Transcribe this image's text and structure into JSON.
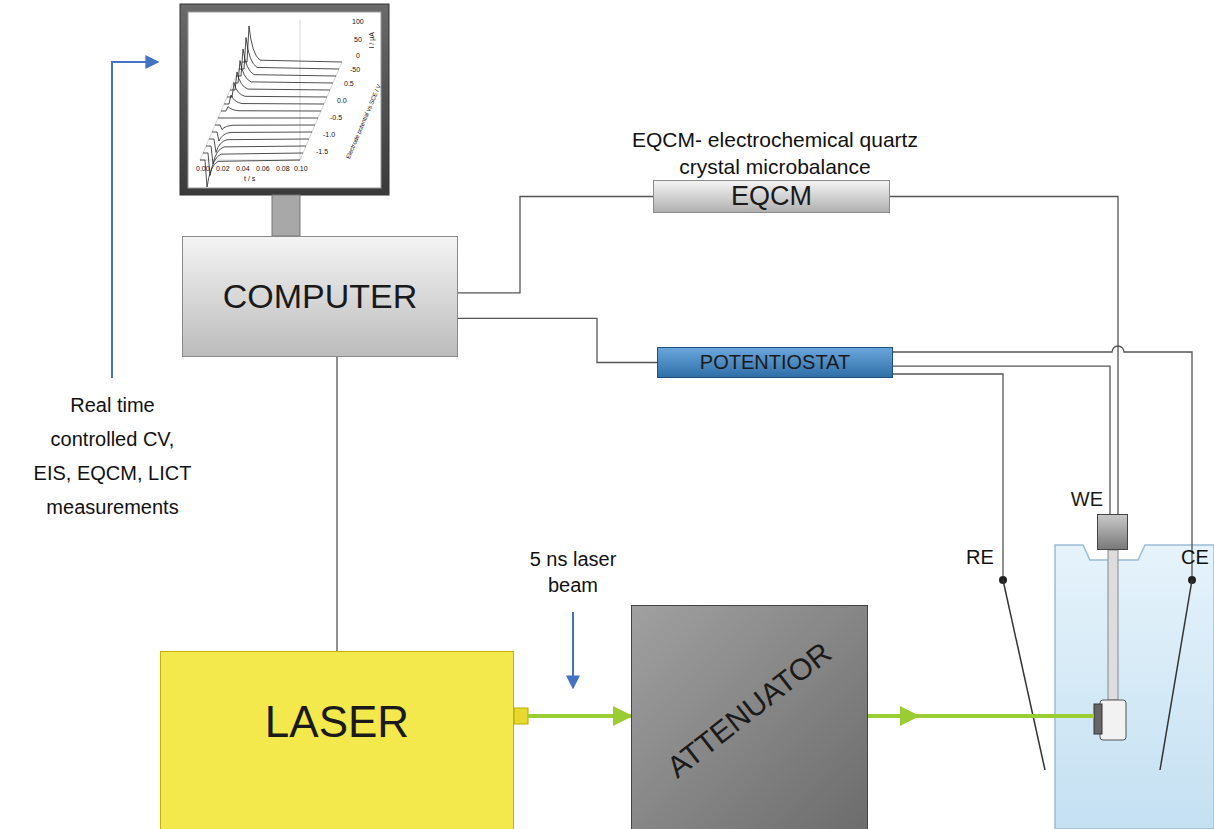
{
  "diagram": {
    "nodes": [
      {
        "text": [
          "COMPUTER"
        ]
      },
      {
        "text": [
          "EQCM"
        ]
      },
      {
        "text": [
          "POTENTIOSTAT"
        ]
      },
      {
        "text": [
          "LASER"
        ]
      },
      {
        "text": [
          "ATTENUATOR"
        ]
      },
      {
        "text": [
          "WE"
        ]
      }
    ],
    "edges": [
      {
        "from": 0,
        "to": 1,
        "arrow": "none"
      },
      {
        "from": 0,
        "to": 2,
        "arrow": "none"
      },
      {
        "from": 0,
        "to": 3,
        "arrow": "none"
      },
      {
        "from": 3,
        "to": 4,
        "arrow": "to"
      },
      {
        "from": 1,
        "to": 5,
        "arrow": "none"
      },
      {
        "from": 2,
        "to": 5,
        "arrow": "none"
      }
    ],
    "labels": [
      "EQCM- electrochemical quartz crystal microbalance",
      "Real time controlled CV, EIS, EQCM, LICT measurements",
      "5 ns laser beam",
      "RE",
      "CE",
      "100",
      "50",
      "0",
      "-50",
      "I / μA",
      "0.5",
      "0.0",
      "-0.5",
      "-1.0",
      "-1.5",
      "Electrode potential vs SCE / V",
      "0.00",
      "0.02",
      "0.04",
      "0.06",
      "0.08",
      "0.10",
      "t / s"
    ]
  }
}
